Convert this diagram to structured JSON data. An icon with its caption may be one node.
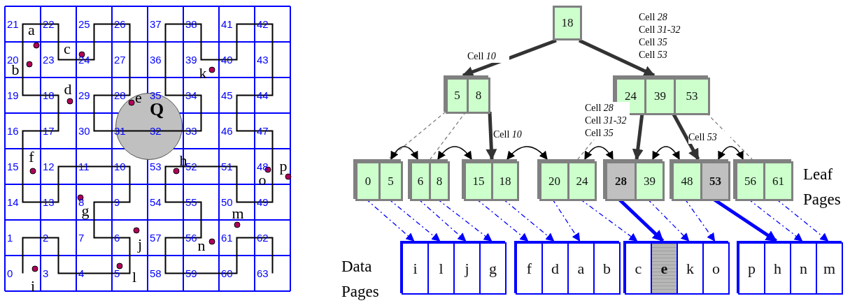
{
  "diagram": {
    "nodes": [
      {
        "text": [
          "Q"
        ]
      },
      {
        "text": [
          "18"
        ]
      },
      {
        "text": [],
        "shape": "box"
      },
      {
        "text": [
          "5"
        ],
        "in": 2
      },
      {
        "text": [
          "8"
        ],
        "in": 2
      },
      {
        "text": [],
        "shape": "box"
      },
      {
        "text": [
          "24"
        ],
        "in": 5
      },
      {
        "text": [
          "39"
        ],
        "in": 5
      },
      {
        "text": [
          "53"
        ],
        "in": 5
      },
      {
        "text": [],
        "shape": "box"
      },
      {
        "text": [
          "0"
        ],
        "in": 9
      },
      {
        "text": [
          "5"
        ],
        "in": 9
      },
      {
        "text": [],
        "shape": "box"
      },
      {
        "text": [
          "6"
        ],
        "in": 12
      },
      {
        "text": [
          "8"
        ],
        "in": 12
      },
      {
        "text": [],
        "shape": "box"
      },
      {
        "text": [
          "15"
        ],
        "in": 15
      },
      {
        "text": [
          "18"
        ],
        "in": 15
      },
      {
        "text": [],
        "shape": "box"
      },
      {
        "text": [
          "20"
        ],
        "in": 18
      },
      {
        "text": [
          "24"
        ],
        "in": 18
      },
      {
        "text": [],
        "shape": "box"
      },
      {
        "text": [
          "28"
        ],
        "in": 21
      },
      {
        "text": [
          "39"
        ],
        "in": 21
      },
      {
        "text": [],
        "shape": "box"
      },
      {
        "text": [
          "48"
        ],
        "in": 24
      },
      {
        "text": [
          "53"
        ],
        "in": 24
      },
      {
        "text": [],
        "shape": "box"
      },
      {
        "text": [
          "56"
        ],
        "in": 27
      },
      {
        "text": [
          "61"
        ],
        "in": 27
      },
      {
        "text": [],
        "shape": "box"
      },
      {
        "text": [
          "i"
        ],
        "in": 30
      },
      {
        "text": [
          "l"
        ],
        "in": 30
      },
      {
        "text": [
          "j"
        ],
        "in": 30
      },
      {
        "text": [
          "g"
        ],
        "in": 30
      },
      {
        "text": [],
        "shape": "box"
      },
      {
        "text": [
          "f"
        ],
        "in": 35
      },
      {
        "text": [
          "d"
        ],
        "in": 35
      },
      {
        "text": [
          "a"
        ],
        "in": 35
      },
      {
        "text": [
          "b"
        ],
        "in": 35
      },
      {
        "text": [],
        "shape": "box"
      },
      {
        "text": [
          "c"
        ],
        "in": 40
      },
      {
        "text": [
          "e"
        ],
        "in": 40
      },
      {
        "text": [
          "k"
        ],
        "in": 40
      },
      {
        "text": [
          "o"
        ],
        "in": 40
      },
      {
        "text": [],
        "shape": "box"
      },
      {
        "text": [
          "p"
        ],
        "in": 45
      },
      {
        "text": [
          "h"
        ],
        "in": 45
      },
      {
        "text": [
          "n"
        ],
        "in": 45
      },
      {
        "text": [
          "m"
        ],
        "in": 45
      }
    ],
    "edges": [
      {
        "from": 1,
        "to": 2,
        "arrow": "to",
        "label": "Cell *10*",
        "style": "thick",
        "color": "#333333"
      },
      {
        "from": 1,
        "to": 5,
        "arrow": "to",
        "label": "Cell *28* Cell *31-32* Cell *35* Cell *53*",
        "style": "thick",
        "color": "#333333"
      },
      {
        "from": 2,
        "to": 9,
        "arrow": "none",
        "style": "dashed",
        "color": "#808080"
      },
      {
        "from": 2,
        "to": 12,
        "arrow": "none",
        "style": "dashed",
        "color": "#808080"
      },
      {
        "from": 2,
        "to": 15,
        "arrow": "to",
        "label": "Cell *10*",
        "style": "thick",
        "color": "#333333"
      },
      {
        "from": 5,
        "to": 18,
        "arrow": "none",
        "style": "dashed",
        "color": "#808080"
      },
      {
        "from": 5,
        "to": 21,
        "arrow": "to",
        "label": "Cell *28* Cell *31-32* Cell *35*",
        "style": "thick",
        "color": "#333333"
      },
      {
        "from": 5,
        "to": 24,
        "arrow": "to",
        "label": "Cell *53*",
        "style": "thick",
        "color": "#333333"
      },
      {
        "from": 5,
        "to": 27,
        "arrow": "none",
        "style": "dashed",
        "color": "#808080"
      },
      {
        "from": 9,
        "to": 12,
        "arrow": "both",
        "color": "#000000"
      },
      {
        "from": 12,
        "to": 15,
        "arrow": "both",
        "color": "#000000"
      },
      {
        "from": 15,
        "to": 18,
        "arrow": "both",
        "color": "#000000"
      },
      {
        "from": 18,
        "to": 21,
        "arrow": "both",
        "color": "#000000"
      },
      {
        "from": 21,
        "to": 24,
        "arrow": "both",
        "color": "#000000"
      },
      {
        "from": 24,
        "to": 27,
        "arrow": "both",
        "color": "#000000"
      },
      {
        "from": 10,
        "to": 31,
        "arrow": "to",
        "style": "dashed"
      },
      {
        "from": 11,
        "to": 32,
        "arrow": "to",
        "style": "dashed"
      },
      {
        "from": 13,
        "to": 33,
        "arrow": "to",
        "style": "dashed"
      },
      {
        "from": 14,
        "to": 34,
        "arrow": "to",
        "style": "dashed"
      },
      {
        "from": 16,
        "to": 36,
        "arrow": "to",
        "style": "dashed"
      },
      {
        "from": 17,
        "to": 37,
        "arrow": "to",
        "style": "dashed"
      },
      {
        "from": 19,
        "to": 38,
        "arrow": "to",
        "style": "dashed"
      },
      {
        "from": 20,
        "to": 41,
        "arrow": "to",
        "style": "dashed"
      },
      {
        "from": 22,
        "to": 42,
        "arrow": "to",
        "style": "thick"
      },
      {
        "from": 23,
        "to": 43,
        "arrow": "to",
        "style": "dashed"
      },
      {
        "from": 25,
        "to": 44,
        "arrow": "to",
        "style": "dashed"
      },
      {
        "from": 26,
        "to": 47,
        "arrow": "to",
        "style": "thick"
      },
      {
        "from": 28,
        "to": 48,
        "arrow": "to",
        "style": "dashed"
      },
      {
        "from": 29,
        "to": 49,
        "arrow": "to",
        "style": "dashed"
      }
    ],
    "labels": [
      "21",
      "22",
      "25",
      "26",
      "37",
      "38",
      "41",
      "42",
      "20",
      "23",
      "24",
      "27",
      "36",
      "39",
      "40",
      "43",
      "19",
      "18",
      "29",
      "28",
      "35",
      "34",
      "45",
      "44",
      "16",
      "17",
      "30",
      "31",
      "32",
      "33",
      "46",
      "47",
      "15",
      "12",
      "11",
      "10",
      "53",
      "52",
      "51",
      "48",
      "14",
      "13",
      "8",
      "9",
      "54",
      "55",
      "50",
      "49",
      "1",
      "2",
      "7",
      "6",
      "57",
      "56",
      "61",
      "62",
      "0",
      "3",
      "4",
      "5",
      "58",
      "59",
      "60",
      "63",
      "a",
      "c",
      "b",
      "k",
      "d",
      "e",
      "f",
      "h",
      "p",
      "o",
      "g",
      "m",
      "j",
      "n",
      "l",
      "i",
      "Leaf Pages",
      "Data Pages"
    ]
  }
}
